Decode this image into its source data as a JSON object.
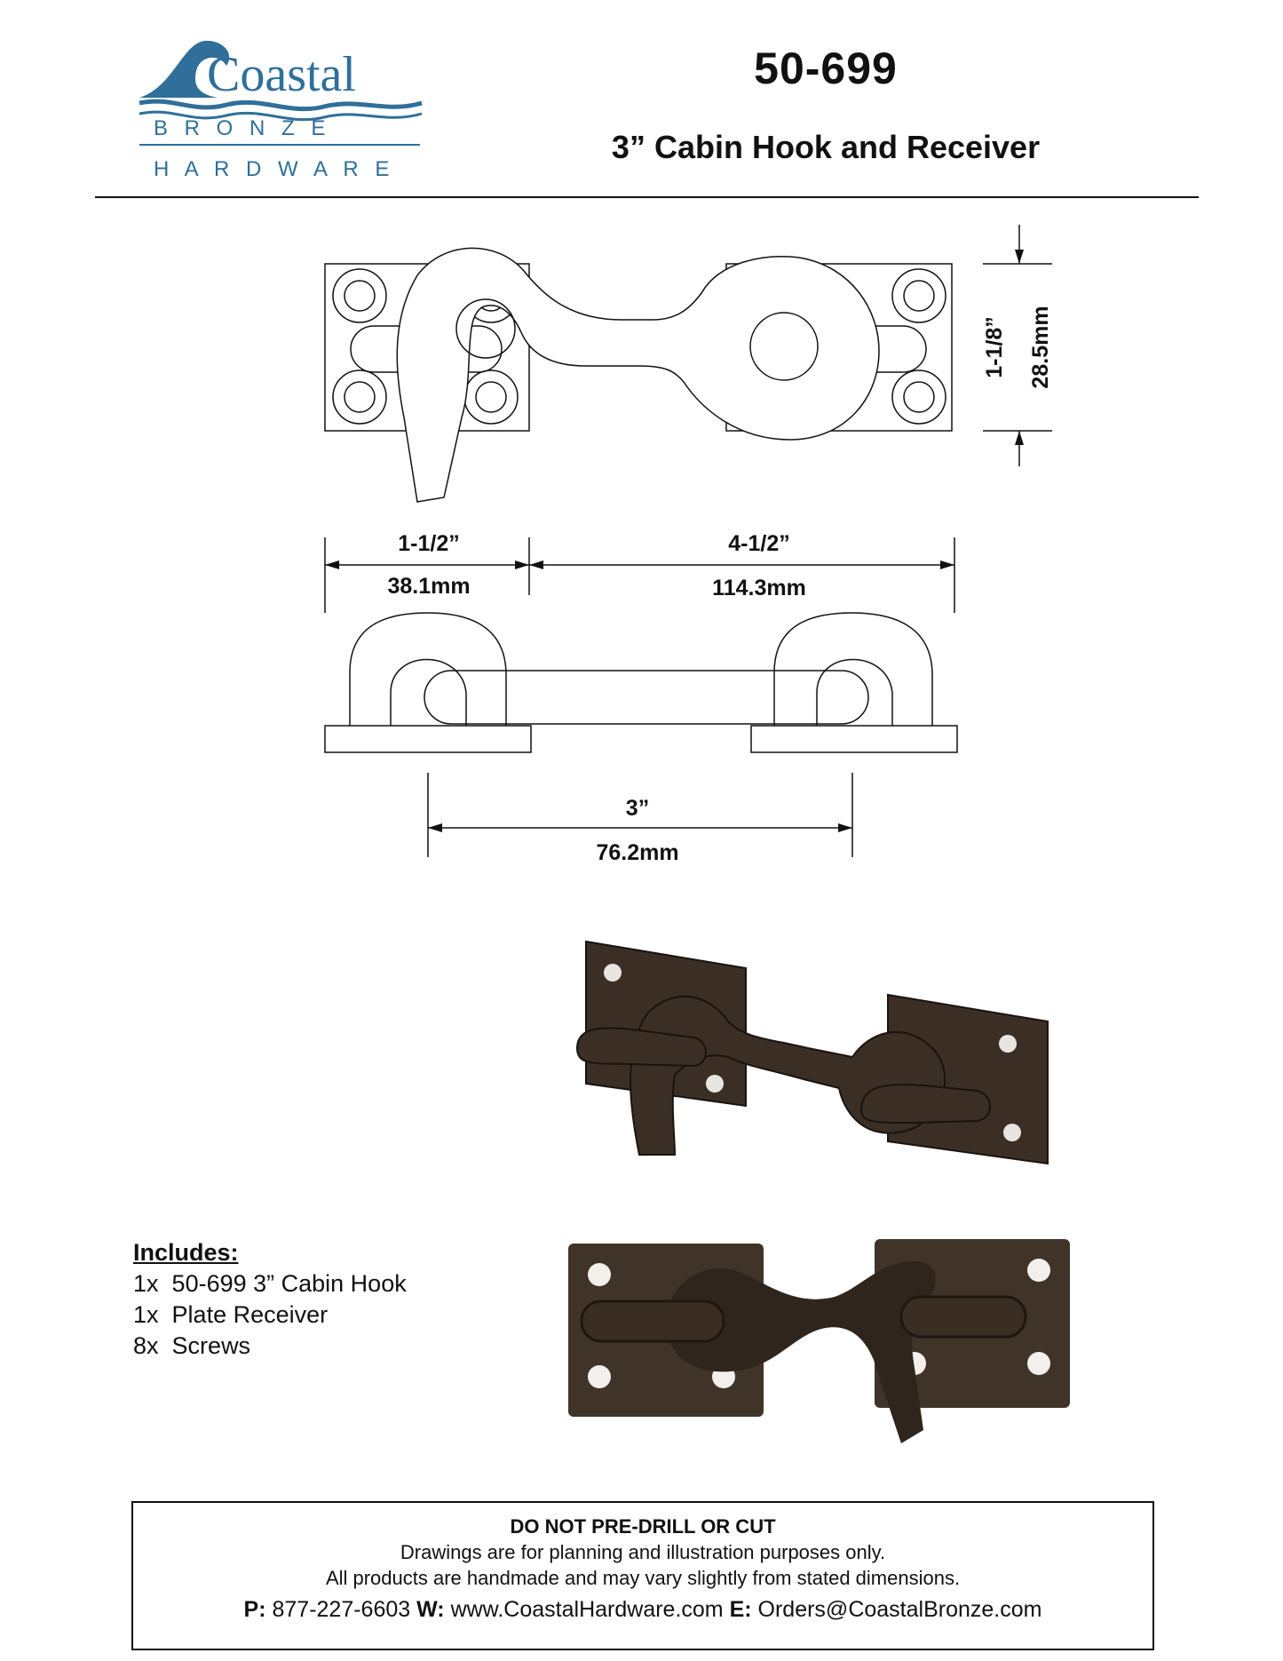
{
  "header": {
    "brand": "Coastal",
    "brand_sub1": "B R O N Z E",
    "brand_sub2": "H A R D W A R E",
    "product_code": "50-699",
    "product_title": "3” Cabin Hook and Receiver"
  },
  "dimensions": {
    "height_in": "1-1/8”",
    "height_mm": "28.5mm",
    "left_in": "1-1/2”",
    "left_mm": "38.1mm",
    "right_in": "4-1/2”",
    "right_mm": "114.3mm",
    "hook_in": "3”",
    "hook_mm": "76.2mm"
  },
  "includes": {
    "title": "Includes:",
    "items": [
      {
        "qty": "1x",
        "name": "50-699 3” Cabin Hook"
      },
      {
        "qty": "1x",
        "name": "Plate Receiver"
      },
      {
        "qty": "8x",
        "name": "Screws"
      }
    ]
  },
  "notice": {
    "heading": "DO NOT PRE-DRILL OR CUT",
    "line1": "Drawings are for planning and illustration purposes only.",
    "line2": "All products are handmade and may vary slightly from stated dimensions.",
    "phone_label": "P:",
    "phone": "877-227-6603",
    "web_label": "W:",
    "web": "www.CoastalHardware.com",
    "email_label": "E:",
    "email": "Orders@CoastalBronze.com"
  },
  "colors": {
    "brand_blue": "#2f6f9a",
    "bronze": "#3b2f25"
  }
}
